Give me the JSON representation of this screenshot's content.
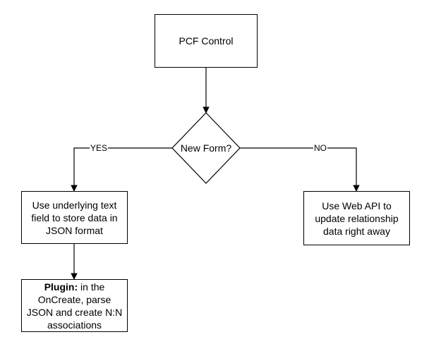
{
  "nodes": {
    "pcf": {
      "label": "PCF Control"
    },
    "decision": {
      "label": "New Form?"
    },
    "yes_branch": {
      "label": "Use underlying text field to store data in JSON format"
    },
    "no_branch": {
      "label": "Use Web API to update relationship data right away"
    },
    "plugin": {
      "bold": "Plugin:",
      "rest": " in the OnCreate, parse JSON and create N:N associations"
    }
  },
  "edges": {
    "yes": "YES",
    "no": "NO"
  },
  "colors": {
    "stroke": "#000000",
    "fill": "#ffffff"
  }
}
